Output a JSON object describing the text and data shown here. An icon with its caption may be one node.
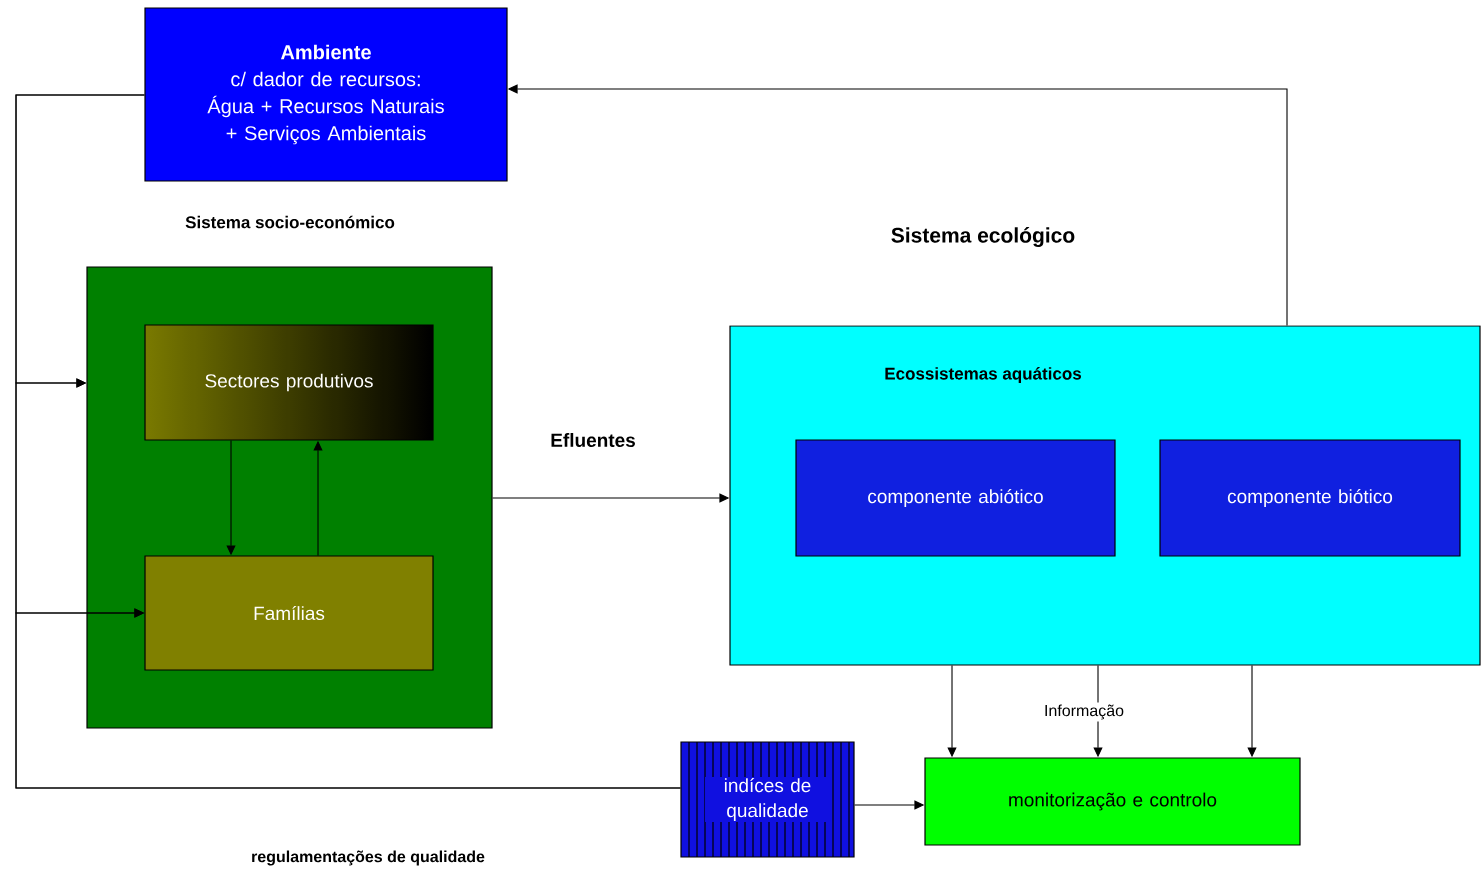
{
  "diagram": {
    "nodes": [
      {
        "text": [
          "Ambiente",
          "c/ dador de recursos: Água + Recursos Naturais + Serviços Ambientais"
        ]
      },
      {
        "text": [
          "Sistema socio-económico"
        ]
      },
      {
        "text": [
          "Sectores produtivos"
        ],
        "in": 1
      },
      {
        "text": [
          "Famílias"
        ],
        "in": 1
      },
      {
        "text": [
          "Sistema ecológico",
          "Ecossistemas aquáticos"
        ]
      },
      {
        "text": [
          "componente abiótico"
        ],
        "in": 4
      },
      {
        "text": [
          "componente biótico"
        ],
        "in": 4
      },
      {
        "text": [
          "indíces de qualidade"
        ]
      },
      {
        "text": [
          "monitorização e controlo"
        ]
      }
    ],
    "edges": [
      {
        "from": 0,
        "to": 1,
        "arrow": "to"
      },
      {
        "from": 0,
        "to": 3,
        "arrow": "to"
      },
      {
        "from": 7,
        "to": 1,
        "arrow": "to"
      },
      {
        "from": 7,
        "to": 3,
        "arrow": "to"
      },
      {
        "from": 2,
        "to": 3,
        "arrow": "to"
      },
      {
        "from": 3,
        "to": 2,
        "arrow": "to"
      },
      {
        "from": 1,
        "to": 4,
        "arrow": "to",
        "label": "Efluentes"
      },
      {
        "from": 4,
        "to": 0,
        "arrow": "to"
      },
      {
        "from": 4,
        "to": 8,
        "arrow": "to"
      },
      {
        "from": 4,
        "to": 8,
        "arrow": "to",
        "label": "Informação"
      },
      {
        "from": 4,
        "to": 8,
        "arrow": "to"
      },
      {
        "from": 7,
        "to": 8,
        "arrow": "to"
      }
    ],
    "labels": [
      "regulamentações de qualidade"
    ]
  }
}
